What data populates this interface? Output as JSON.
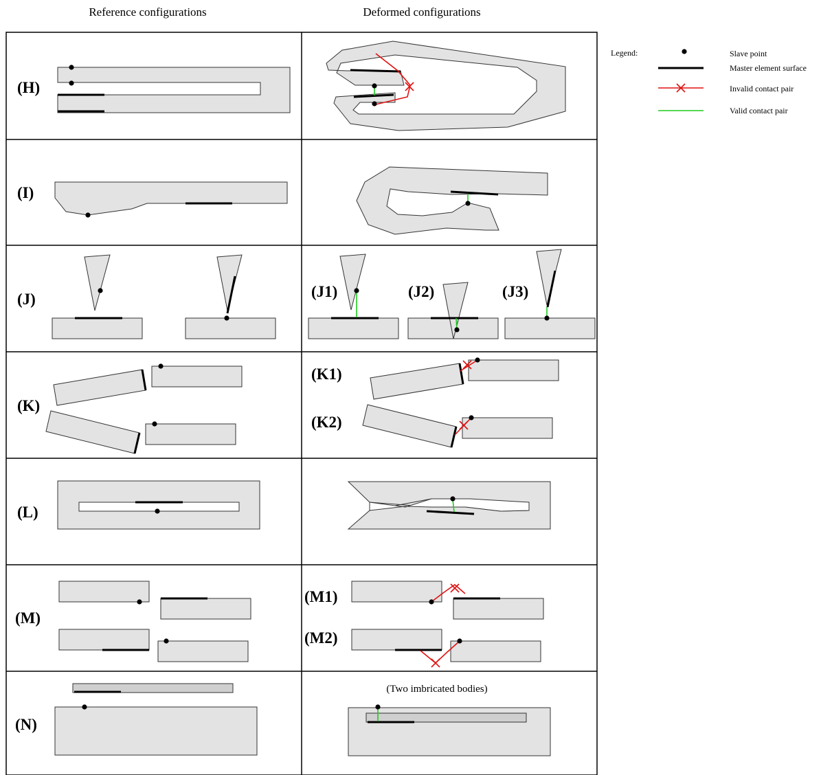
{
  "headers": {
    "reference": "Reference configurations",
    "deformed": "Deformed configurations"
  },
  "legend": {
    "title": "Legend:",
    "slave_point": "Slave point",
    "master_surface": "Master element surface",
    "invalid_pair": "Invalid contact pair",
    "valid_pair": "Valid contact pair"
  },
  "rows": {
    "H": "(H)",
    "I": "(I)",
    "J": "(J)",
    "K": "(K)",
    "L": "(L)",
    "M": "(M)",
    "N": "(N)"
  },
  "sublabels": {
    "J1": "(J1)",
    "J2": "(J2)",
    "J3": "(J3)",
    "K1": "(K1)",
    "K2": "(K2)",
    "M1": "(M1)",
    "M2": "(M2)"
  },
  "notes": {
    "N_deformed": "(Two imbricated bodies)"
  },
  "colors": {
    "body_fill": "#e3e3e3",
    "valid": "#1ecb1e",
    "invalid": "#e01010",
    "master": "#000000"
  }
}
